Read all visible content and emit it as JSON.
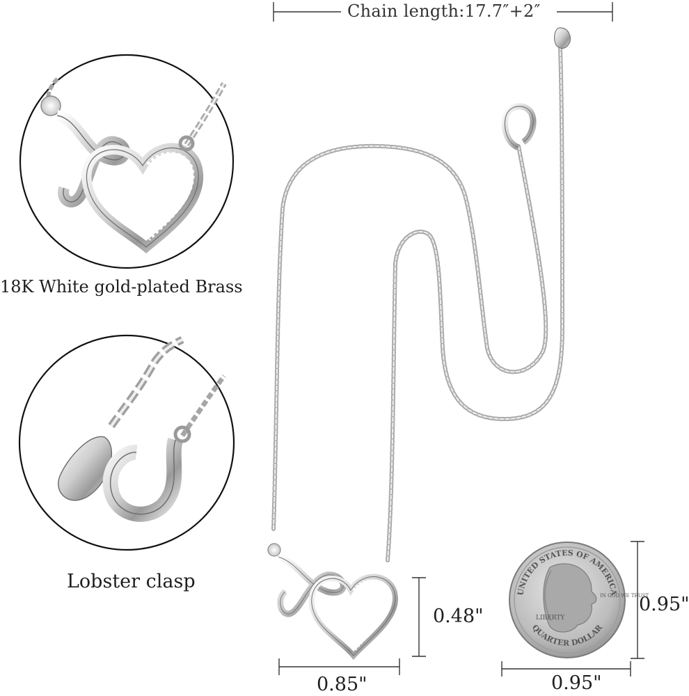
{
  "labels": {
    "chain_length": "Chain length:17.7″+2″",
    "material": "18K White gold-plated Brass",
    "clasp": "Lobster clasp",
    "pendant_height": "0.48\"",
    "pendant_width": "0.85\"",
    "coin_height": "0.95\"",
    "coin_width": "0.95\""
  },
  "coin": {
    "top_text": "UNITED STATES OF AMERICA",
    "bottom_text": "QUARTER DOLLAR",
    "liberty": "LIBERTY",
    "motto": "IN GOD WE TRUST"
  },
  "colors": {
    "silver_light": "#f4f4f4",
    "silver_mid": "#c9c9c9",
    "silver_dark": "#8a8a8a",
    "coin_face": "#c7c7c7",
    "line": "#333333"
  }
}
